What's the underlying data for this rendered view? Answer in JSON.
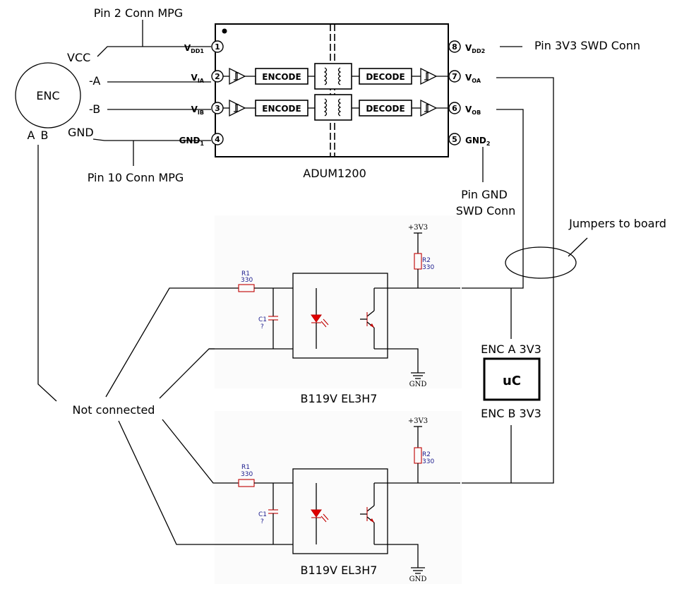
{
  "encoder": {
    "title": "ENC",
    "pin_a": "A",
    "pin_b": "B"
  },
  "left_labels": {
    "pin2": "Pin 2 Conn MPG",
    "vcc": "VCC",
    "minus_a": "-A",
    "minus_b": "-B",
    "gnd": "GND",
    "pin10": "Pin 10 Conn MPG"
  },
  "isolator": {
    "name": "ADUM1200",
    "pins": [
      {
        "num": "1",
        "label": "V",
        "sub": "DD1"
      },
      {
        "num": "2",
        "label": "V",
        "sub": "IA"
      },
      {
        "num": "3",
        "label": "V",
        "sub": "IB"
      },
      {
        "num": "4",
        "label": "GND",
        "sub": "1"
      },
      {
        "num": "5",
        "label": "GND",
        "sub": "2"
      },
      {
        "num": "6",
        "label": "V",
        "sub": "OB"
      },
      {
        "num": "7",
        "label": "V",
        "sub": "OA"
      },
      {
        "num": "8",
        "label": "V",
        "sub": "DD2"
      }
    ],
    "encode": "ENCODE",
    "decode": "DECODE"
  },
  "right_labels": {
    "pin3v3": "Pin 3V3 SWD Conn",
    "pin_gnd_1": "Pin GND",
    "pin_gnd_2": "SWD Conn",
    "jumpers": "Jumpers to board"
  },
  "optos": [
    {
      "r1_name": "R1",
      "r1_val": "330",
      "c1_name": "C1",
      "c1_val": "?",
      "r2_name": "R2",
      "r2_val": "330",
      "supply": "+3V3",
      "ground": "GND",
      "title": "B119V EL3H7"
    },
    {
      "r1_name": "R1",
      "r1_val": "330",
      "c1_name": "C1",
      "c1_val": "?",
      "r2_name": "R2",
      "r2_val": "330",
      "supply": "+3V3",
      "ground": "GND",
      "title": "B119V EL3H7"
    }
  ],
  "mcu": {
    "label": "uC",
    "enc_a": "ENC A 3V3",
    "enc_b": "ENC B 3V3"
  },
  "not_connected": "Not connected",
  "colors": {
    "component": "#c00000",
    "part_text": "#1a1a8c",
    "wire": "#000000"
  }
}
